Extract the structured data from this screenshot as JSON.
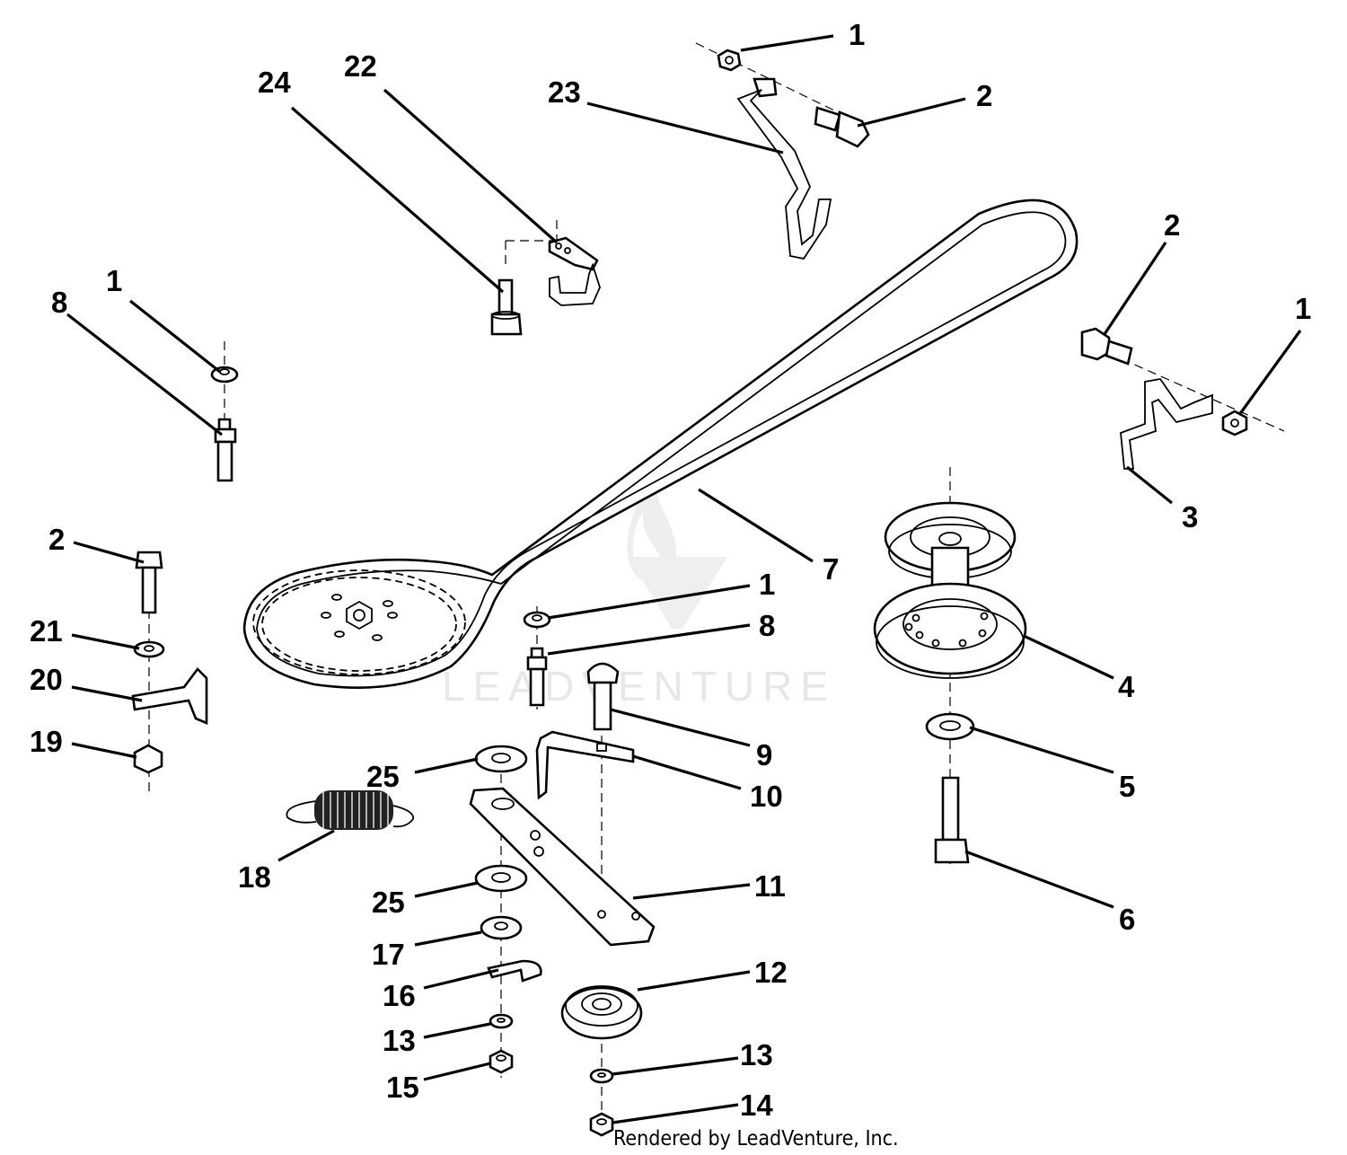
{
  "watermark": "LEADVENTURE",
  "credit": "Rendered by LeadVenture, Inc.",
  "callouts": [
    {
      "id": "c1a",
      "label": "1"
    },
    {
      "id": "c2a",
      "label": "2"
    },
    {
      "id": "c23",
      "label": "23"
    },
    {
      "id": "c24",
      "label": "24"
    },
    {
      "id": "c22",
      "label": "22"
    },
    {
      "id": "c2b",
      "label": "2"
    },
    {
      "id": "c1b",
      "label": "1"
    },
    {
      "id": "c8a",
      "label": "8"
    },
    {
      "id": "c1c",
      "label": "1"
    },
    {
      "id": "c3",
      "label": "3"
    },
    {
      "id": "c7",
      "label": "7"
    },
    {
      "id": "c2c",
      "label": "2"
    },
    {
      "id": "c1d",
      "label": "1"
    },
    {
      "id": "c8b",
      "label": "8"
    },
    {
      "id": "c21",
      "label": "21"
    },
    {
      "id": "c20",
      "label": "20"
    },
    {
      "id": "c4",
      "label": "4"
    },
    {
      "id": "c19",
      "label": "19"
    },
    {
      "id": "c9",
      "label": "9"
    },
    {
      "id": "c25a",
      "label": "25"
    },
    {
      "id": "c10",
      "label": "10"
    },
    {
      "id": "c5",
      "label": "5"
    },
    {
      "id": "c18",
      "label": "18"
    },
    {
      "id": "c11",
      "label": "11"
    },
    {
      "id": "c25b",
      "label": "25"
    },
    {
      "id": "c6",
      "label": "6"
    },
    {
      "id": "c17",
      "label": "17"
    },
    {
      "id": "c12",
      "label": "12"
    },
    {
      "id": "c16",
      "label": "16"
    },
    {
      "id": "c13a",
      "label": "13"
    },
    {
      "id": "c13b",
      "label": "13"
    },
    {
      "id": "c15",
      "label": "15"
    },
    {
      "id": "c14",
      "label": "14"
    }
  ]
}
